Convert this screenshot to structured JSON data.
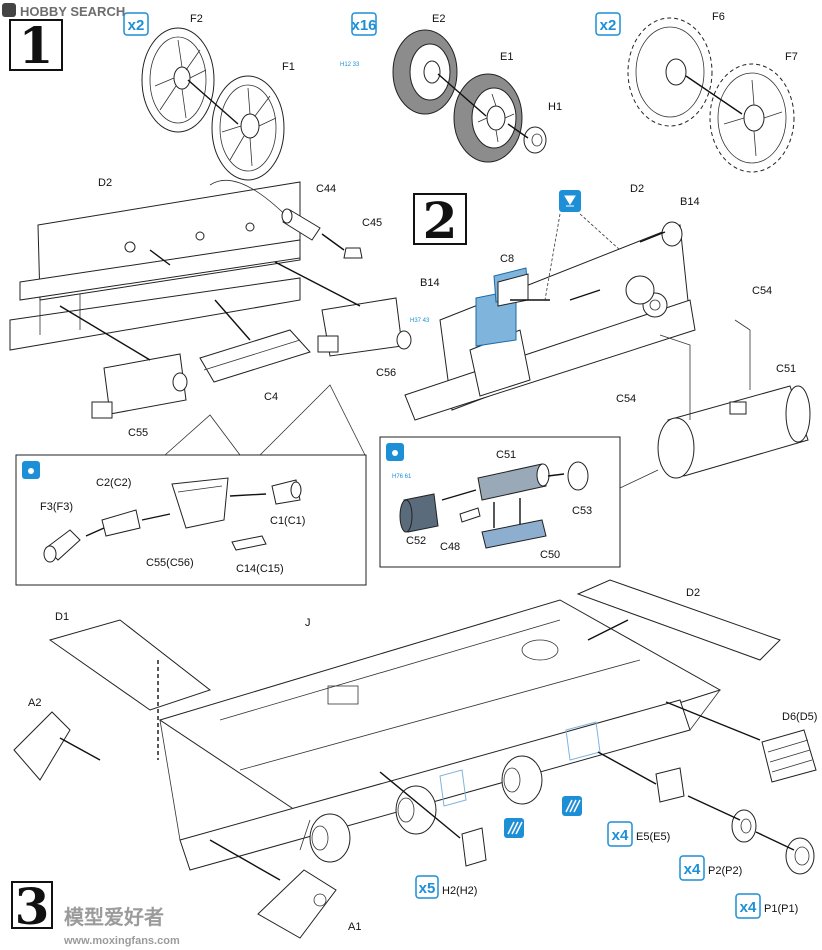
{
  "watermark_top": "HOBBY SEARCH",
  "watermark_bottom": "模型爱好者",
  "watermark_url": "www.moxingfans.com",
  "steps": [
    "1",
    "2",
    "3"
  ],
  "multipliers": {
    "f_wheels": "x2",
    "e_wheels": "x16",
    "sprockets": "x2",
    "h2": "x5",
    "e5": "x4",
    "p2": "x4",
    "p1": "x4"
  },
  "paint_refs": {
    "e2": "H12 33",
    "b14": "H37 43",
    "c52": "H76 61"
  },
  "parts": {
    "F2": "F2",
    "F1": "F1",
    "E2": "E2",
    "E1": "E1",
    "H1": "H1",
    "F6": "F6",
    "F7": "F7",
    "D2_a": "D2",
    "C44": "C44",
    "C45": "C45",
    "C4": "C4",
    "C55": "C55",
    "C56": "C56",
    "C2": "C2(C2)",
    "F3": "F3(F3)",
    "C1": "C1(C1)",
    "C55C56": "C55(C56)",
    "C14": "C14(C15)",
    "D2_b": "D2",
    "B14_a": "B14",
    "C8": "C8",
    "B14_b": "B14",
    "C54_a": "C54",
    "C54_b": "C54",
    "C51_a": "C51",
    "C51_b": "C51",
    "C53": "C53",
    "C52": "C52",
    "C48": "C48",
    "C50": "C50",
    "D1": "D1",
    "J": "J",
    "D2_c": "D2",
    "A2": "A2",
    "D6": "D6(D5)",
    "E5": "E5(E5)",
    "P2": "P2(P2)",
    "H2": "H2(H2)",
    "P1": "P1(P1)",
    "A1": "A1"
  }
}
